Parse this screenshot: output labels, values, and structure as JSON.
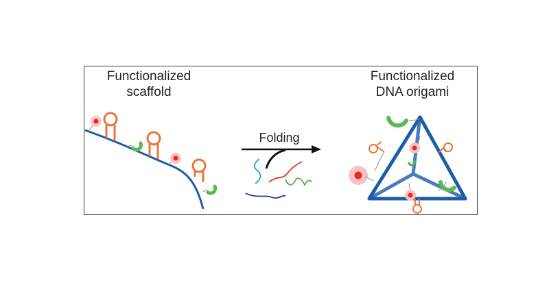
{
  "labels": {
    "left_title_line1": "Functionalized",
    "left_title_line2": "scaffold",
    "right_title_line1": "Functionalized",
    "right_title_line2": "DNA origami",
    "arrow_label": "Folding"
  },
  "colors": {
    "scaffold_blue": "#1a5ea8",
    "hairpin_orange": "#e8743b",
    "tether_gray": "#8a8a8a",
    "red_dot": "#e8282c",
    "red_halo": "#f7c4c0",
    "green_clip": "#5bb855",
    "staple_cyan": "#1ca7c9",
    "staple_red": "#d6332c",
    "staple_green": "#56b04a",
    "staple_navy": "#283593",
    "arrow_black": "#111111",
    "frame_border": "#3a3a3a"
  }
}
